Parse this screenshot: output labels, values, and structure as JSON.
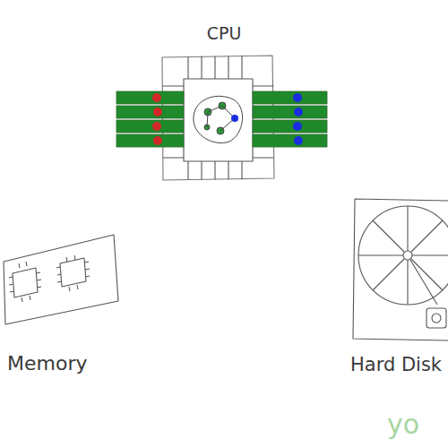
{
  "diagram": {
    "nodes": [
      {
        "text": [
          "CPU"
        ]
      },
      {
        "text": [
          "Memory"
        ]
      },
      {
        "text": [
          "Hard Disk"
        ]
      }
    ],
    "labels": [
      "yo"
    ]
  }
}
